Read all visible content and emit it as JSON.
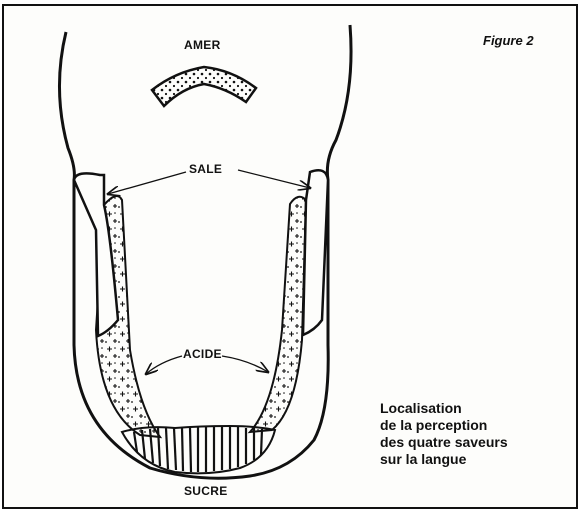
{
  "figure_label": "Figure 2",
  "zones": {
    "bitter": "AMER",
    "salty": "SALE",
    "sour": "ACIDE",
    "sweet": "SUCRE"
  },
  "caption_lines": [
    "Localisation",
    "de la perception",
    "des quatre saveurs",
    "sur la langue"
  ]
}
